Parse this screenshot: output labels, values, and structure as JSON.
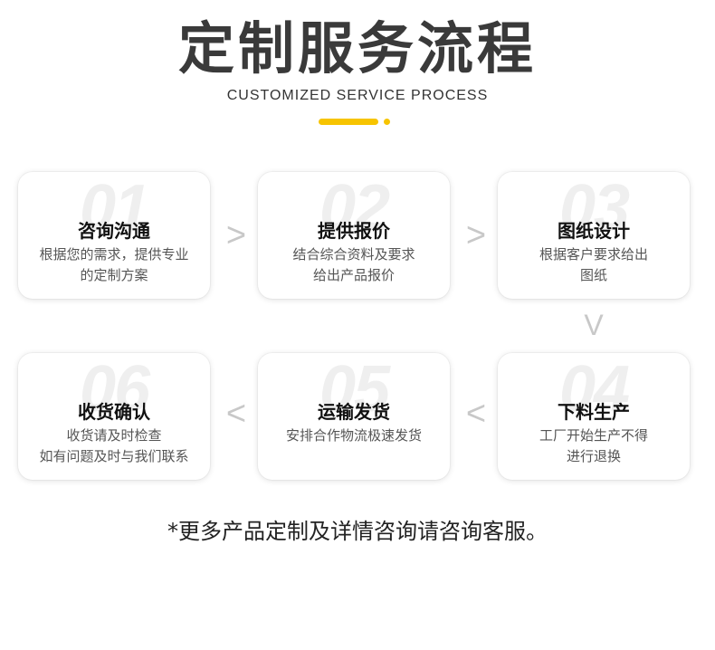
{
  "header": {
    "title": "定制服务流程",
    "subtitle": "CUSTOMIZED SERVICE PROCESS",
    "accent_color": "#f7c400"
  },
  "steps": [
    {
      "num": "01",
      "title": "咨询沟通",
      "desc_line1": "根据您的需求，提供专业",
      "desc_line2": "的定制方案"
    },
    {
      "num": "02",
      "title": "提供报价",
      "desc_line1": "结合综合资料及要求",
      "desc_line2": "给出产品报价"
    },
    {
      "num": "03",
      "title": "图纸设计",
      "desc_line1": "根据客户要求给出",
      "desc_line2": "图纸"
    },
    {
      "num": "04",
      "title": "下料生产",
      "desc_line1": "工厂开始生产不得",
      "desc_line2": "进行退换"
    },
    {
      "num": "05",
      "title": "运输发货",
      "desc_line1": "安排合作物流极速发货",
      "desc_line2": ""
    },
    {
      "num": "06",
      "title": "收货确认",
      "desc_line1": "收货请及时检查",
      "desc_line2": "如有问题及时与我们联系"
    }
  ],
  "arrows": {
    "right": ">",
    "down": "V",
    "left": "<"
  },
  "footer": {
    "note": "*更多产品定制及详情咨询请咨询客服。"
  }
}
